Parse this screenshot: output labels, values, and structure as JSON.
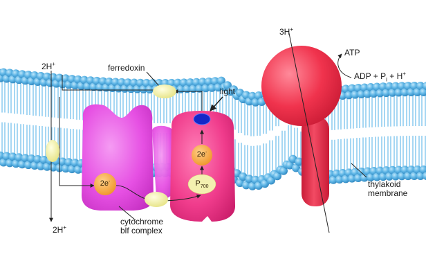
{
  "labels": {
    "proton_top_left": {
      "text": "2H",
      "sup": "+"
    },
    "proton_bottom_left": {
      "text": "2H",
      "sup": "+"
    },
    "proton_top_right": {
      "text": "3H",
      "sup": "+"
    },
    "ferredoxin": "ferredoxin",
    "light": "light",
    "atp": "ATP",
    "adp_reaction": {
      "a": "ADP + P",
      "sub": "i",
      "b": " + H",
      "sup": "+"
    },
    "cytochrome_line1": "cytochrome",
    "cytochrome_line2": "blf complex",
    "thylakoid_line1": "thylakoid",
    "thylakoid_line2": "membrane",
    "electron_left": {
      "text": "2e",
      "sup": "-"
    },
    "electron_mid": {
      "text": "2e",
      "sup": "-"
    },
    "p700": {
      "text": "P",
      "sub": "700"
    }
  },
  "colors": {
    "lipid_head": "#5fb6e6",
    "lipid_head_dark": "#3a92c8",
    "lipid_tail": "#8fcdf0",
    "cytochrome": "#e84ce6",
    "photosystem": "#f0388a",
    "atp_synthase": "#f0304a",
    "ferredoxin": "#f1efa0",
    "electron_carrier": "#f6a53c",
    "chlorophyll": "#1427c8"
  }
}
